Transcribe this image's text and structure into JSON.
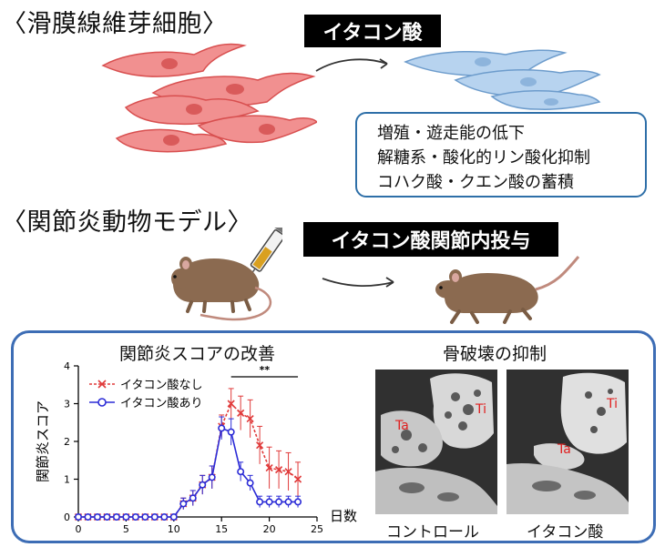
{
  "top_section": {
    "title": "〈滑膜線維芽細胞〉",
    "treatment_label": "イタコン酸",
    "effects": [
      "増殖・遊走能の低下",
      "解糖系・酸化的リン酸化抑制",
      "コハク酸・クエン酸の蓄積"
    ]
  },
  "middle_section": {
    "title": "〈関節炎動物モデル〉",
    "treatment_label": "イタコン酸関節内投与"
  },
  "results": {
    "chart_heading": "関節炎スコアの改善",
    "bone_heading": "骨破壊の抑制",
    "ct_images": [
      {
        "caption": "コントロール",
        "label_ti": "Ti",
        "label_ta": "Ta"
      },
      {
        "caption": "イタコン酸",
        "label_ti": "Ti",
        "label_ta": "Ta"
      }
    ]
  },
  "colors": {
    "cell_red": "#ec6b6b",
    "cell_blue": "#9fc3e6",
    "box_border": "#2e6fa8",
    "panel_border": "#3d6db5",
    "series_red": "#e03a3a",
    "series_blue": "#2b2bd6",
    "mouse_brown": "#8b6a50"
  },
  "chart_data": {
    "type": "line",
    "xlabel": "日数",
    "ylabel": "関節炎スコア",
    "xlim": [
      0,
      25
    ],
    "ylim": [
      0,
      4
    ],
    "x_ticks": [
      0,
      5,
      10,
      15,
      20,
      25
    ],
    "y_ticks": [
      0,
      1,
      2,
      3,
      4
    ],
    "significance": "**",
    "significance_range": [
      16,
      23
    ],
    "legend_position": "top-left",
    "series": [
      {
        "name": "イタコン酸なし",
        "marker": "x",
        "color": "#e03a3a",
        "x": [
          0,
          1,
          2,
          3,
          4,
          5,
          6,
          7,
          8,
          9,
          10,
          11,
          12,
          13,
          14,
          15,
          16,
          17,
          18,
          19,
          20,
          21,
          22,
          23
        ],
        "y": [
          0,
          0,
          0,
          0,
          0,
          0,
          0,
          0,
          0,
          0,
          0,
          0.35,
          0.5,
          0.85,
          1.05,
          2.4,
          3.0,
          2.75,
          2.6,
          1.9,
          1.3,
          1.25,
          1.2,
          1.0
        ],
        "err": [
          0,
          0,
          0,
          0,
          0,
          0,
          0,
          0,
          0,
          0,
          0.05,
          0.15,
          0.2,
          0.25,
          0.3,
          0.3,
          0.4,
          0.45,
          0.5,
          0.5,
          0.55,
          0.5,
          0.5,
          0.45
        ]
      },
      {
        "name": "イタコン酸あり",
        "marker": "o",
        "color": "#2b2bd6",
        "x": [
          0,
          1,
          2,
          3,
          4,
          5,
          6,
          7,
          8,
          9,
          10,
          11,
          12,
          13,
          14,
          15,
          16,
          17,
          18,
          19,
          20,
          21,
          22,
          23
        ],
        "y": [
          0,
          0,
          0,
          0,
          0,
          0,
          0,
          0,
          0,
          0,
          0,
          0.35,
          0.5,
          0.85,
          1.05,
          2.35,
          2.25,
          1.2,
          0.9,
          0.4,
          0.4,
          0.4,
          0.4,
          0.4
        ],
        "err": [
          0,
          0,
          0,
          0,
          0,
          0,
          0,
          0,
          0,
          0,
          0.05,
          0.15,
          0.2,
          0.25,
          0.3,
          0.3,
          0.35,
          0.25,
          0.2,
          0.15,
          0.15,
          0.15,
          0.15,
          0.15
        ]
      }
    ]
  }
}
